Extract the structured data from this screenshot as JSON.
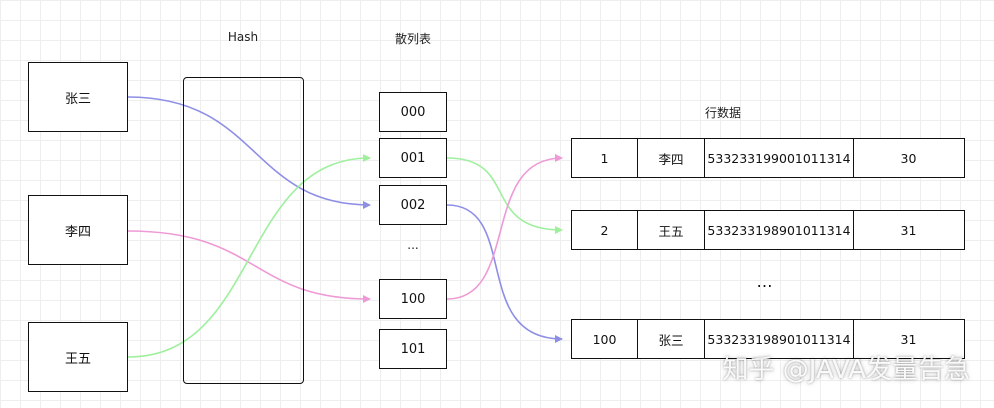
{
  "labels": {
    "hash": "Hash",
    "table": "散列表",
    "rows": "行数据"
  },
  "people": [
    {
      "name": "张三"
    },
    {
      "name": "李四"
    },
    {
      "name": "王五"
    }
  ],
  "buckets": [
    "000",
    "001",
    "002",
    "...",
    "100",
    "101"
  ],
  "records": [
    {
      "id": "1",
      "name": "李四",
      "idcard": "533233199001011314",
      "age": "30"
    },
    {
      "id": "2",
      "name": "王五",
      "idcard": "533233198901011314",
      "age": "31"
    },
    {
      "id": "100",
      "name": "张三",
      "idcard": "533233198901011314",
      "age": "31"
    }
  ],
  "records_ellipsis": "…",
  "watermark": "知乎 @JAVA发量告急",
  "colors": {
    "blue": "#8e8ee6",
    "green": "#9ef09e",
    "pink": "#ee9ad6",
    "border": "#111111"
  }
}
